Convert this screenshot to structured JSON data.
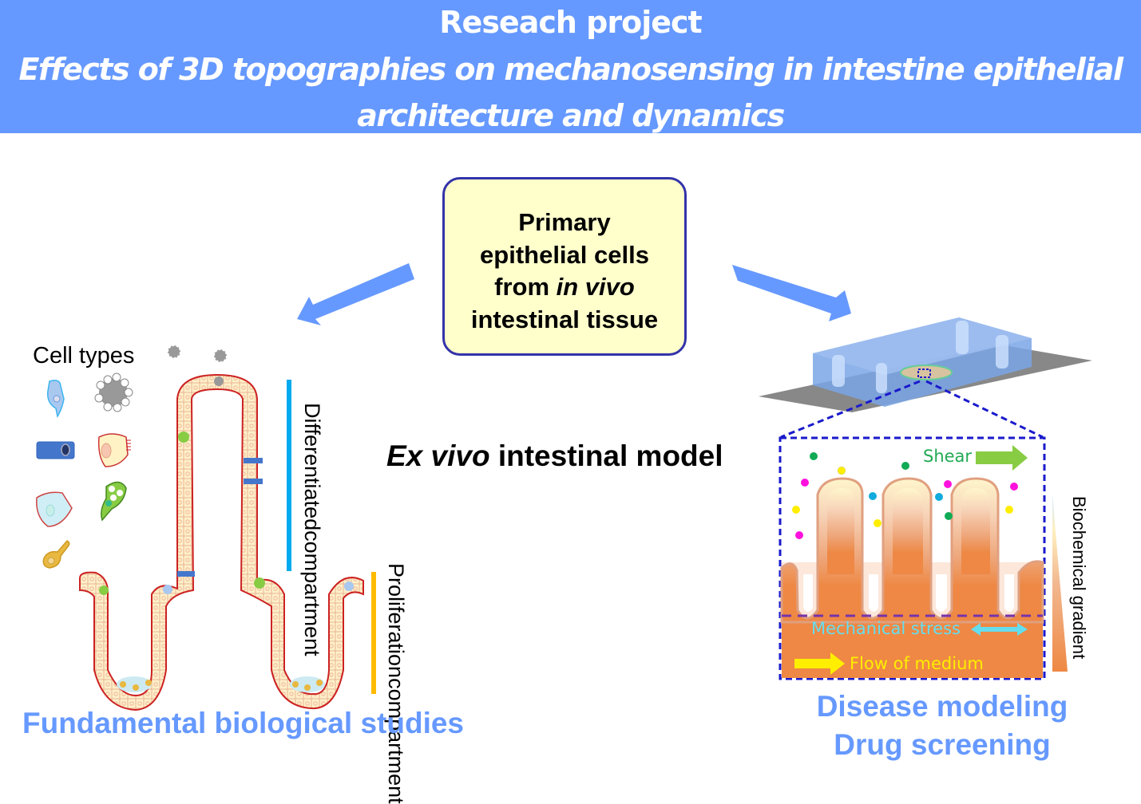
{
  "banner": {
    "title": "Reseach project",
    "subtitle": "Effects of 3D topographies on mechanosensing in intestine epithelial architecture and dynamics"
  },
  "source_box": {
    "line1": "Primary",
    "line2": "epithelial cells",
    "line3_prefix": "from ",
    "line3_italic": "in vivo",
    "line4": "intestinal tissue"
  },
  "left_panel": {
    "cell_types_label": "Cell types",
    "cell_types": [
      "tuft-cell",
      "extruding-cell",
      "enteroendocrine-cell",
      "enterocyte",
      "transit-amplifying-cell",
      "goblet-cell",
      "paneth-cell"
    ],
    "differentiated_label_1": "Differentiated",
    "differentiated_label_2": "compartment",
    "proliferation_label_1": "Proliferation",
    "proliferation_label_2": "compartment",
    "footer": "Fundamental biological studies"
  },
  "center": {
    "model_italic": "Ex vivo",
    "model_rest": " intestinal model"
  },
  "right_panel": {
    "shear_label": "Shear",
    "mechanical_stress_label": "Mechanical stress",
    "flow_label": "Flow of medium",
    "gradient_label": "Biochemical gradient",
    "footer_line1": "Disease modeling",
    "footer_line2": "Drug screening"
  },
  "colors": {
    "banner": "#6699ff",
    "box_fill": "#ffffcc",
    "box_border": "#3333aa",
    "arrow": "#6699ff",
    "differentiated_bar": "#00aaee",
    "proliferation_bar": "#ffbb00",
    "shear": "#22aa55",
    "mechanical": "#66ddee",
    "flow": "#ffee00",
    "tissue": "#ee8844"
  }
}
